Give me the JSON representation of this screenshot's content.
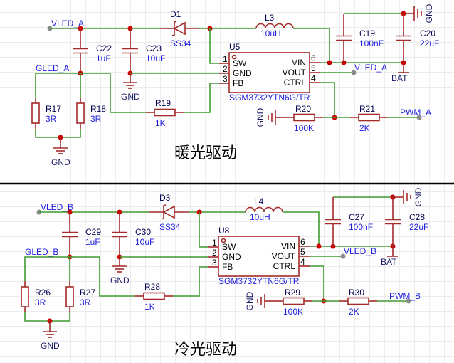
{
  "colors": {
    "wire": "#3e9c2e",
    "component": "#a52a2a",
    "junction": "#cc0000",
    "net_label": "#1f1fe0"
  },
  "sections": [
    {
      "title": "暖光驱动",
      "vin_net": "VLED_A",
      "gled_net": "GLED_A",
      "vout_net": "VLED_A",
      "pwm_net": "PWM_A",
      "bat_net": "BAT",
      "gnd": "GND",
      "diode": {
        "ref": "D1",
        "value": "SS34"
      },
      "inductor": {
        "ref": "L3",
        "value": "10uH"
      },
      "c_in1": {
        "ref": "C22",
        "value": "1uF"
      },
      "c_in2": {
        "ref": "C23",
        "value": "10uF"
      },
      "r_a": {
        "ref": "R17",
        "value": "3R"
      },
      "r_b": {
        "ref": "R18",
        "value": "3R"
      },
      "r_fb": {
        "ref": "R19",
        "value": "1K"
      },
      "c_out1": {
        "ref": "C19",
        "value": "100nF"
      },
      "c_out2": {
        "ref": "C20",
        "value": "22uF"
      },
      "r_pd": {
        "ref": "R20",
        "value": "100K"
      },
      "r_ser": {
        "ref": "R21",
        "value": "2K"
      },
      "ic": {
        "ref": "U5",
        "part": "SGM3732YTN6G/TR",
        "left_pins": [
          {
            "num": "1",
            "name": "SW"
          },
          {
            "num": "2",
            "name": "GND"
          },
          {
            "num": "3",
            "name": "FB"
          }
        ],
        "right_pins": [
          {
            "num": "6",
            "name": "VIN"
          },
          {
            "num": "5",
            "name": "VOUT"
          },
          {
            "num": "4",
            "name": "CTRL"
          }
        ]
      }
    },
    {
      "title": "冷光驱动",
      "vin_net": "VLED_B",
      "gled_net": "GLED_B",
      "vout_net": "VLED_B",
      "pwm_net": "PWM_B",
      "bat_net": "BAT",
      "gnd": "GND",
      "diode": {
        "ref": "D3",
        "value": "SS34"
      },
      "inductor": {
        "ref": "L4",
        "value": "10uH"
      },
      "c_in1": {
        "ref": "C29",
        "value": "1uF"
      },
      "c_in2": {
        "ref": "C30",
        "value": "10uF"
      },
      "r_a": {
        "ref": "R26",
        "value": "3R"
      },
      "r_b": {
        "ref": "R27",
        "value": "3R"
      },
      "r_fb": {
        "ref": "R28",
        "value": "1K"
      },
      "c_out1": {
        "ref": "C27",
        "value": "100nF"
      },
      "c_out2": {
        "ref": "C28",
        "value": "22uF"
      },
      "r_pd": {
        "ref": "R29",
        "value": "100K"
      },
      "r_ser": {
        "ref": "R30",
        "value": "2K"
      },
      "ic": {
        "ref": "U8",
        "part": "SGM3732YTN6G/TR",
        "left_pins": [
          {
            "num": "1",
            "name": "SW"
          },
          {
            "num": "2",
            "name": "GND"
          },
          {
            "num": "3",
            "name": "FB"
          }
        ],
        "right_pins": [
          {
            "num": "6",
            "name": "VIN"
          },
          {
            "num": "5",
            "name": "VOUT"
          },
          {
            "num": "4",
            "name": "CTRL"
          }
        ]
      }
    }
  ]
}
